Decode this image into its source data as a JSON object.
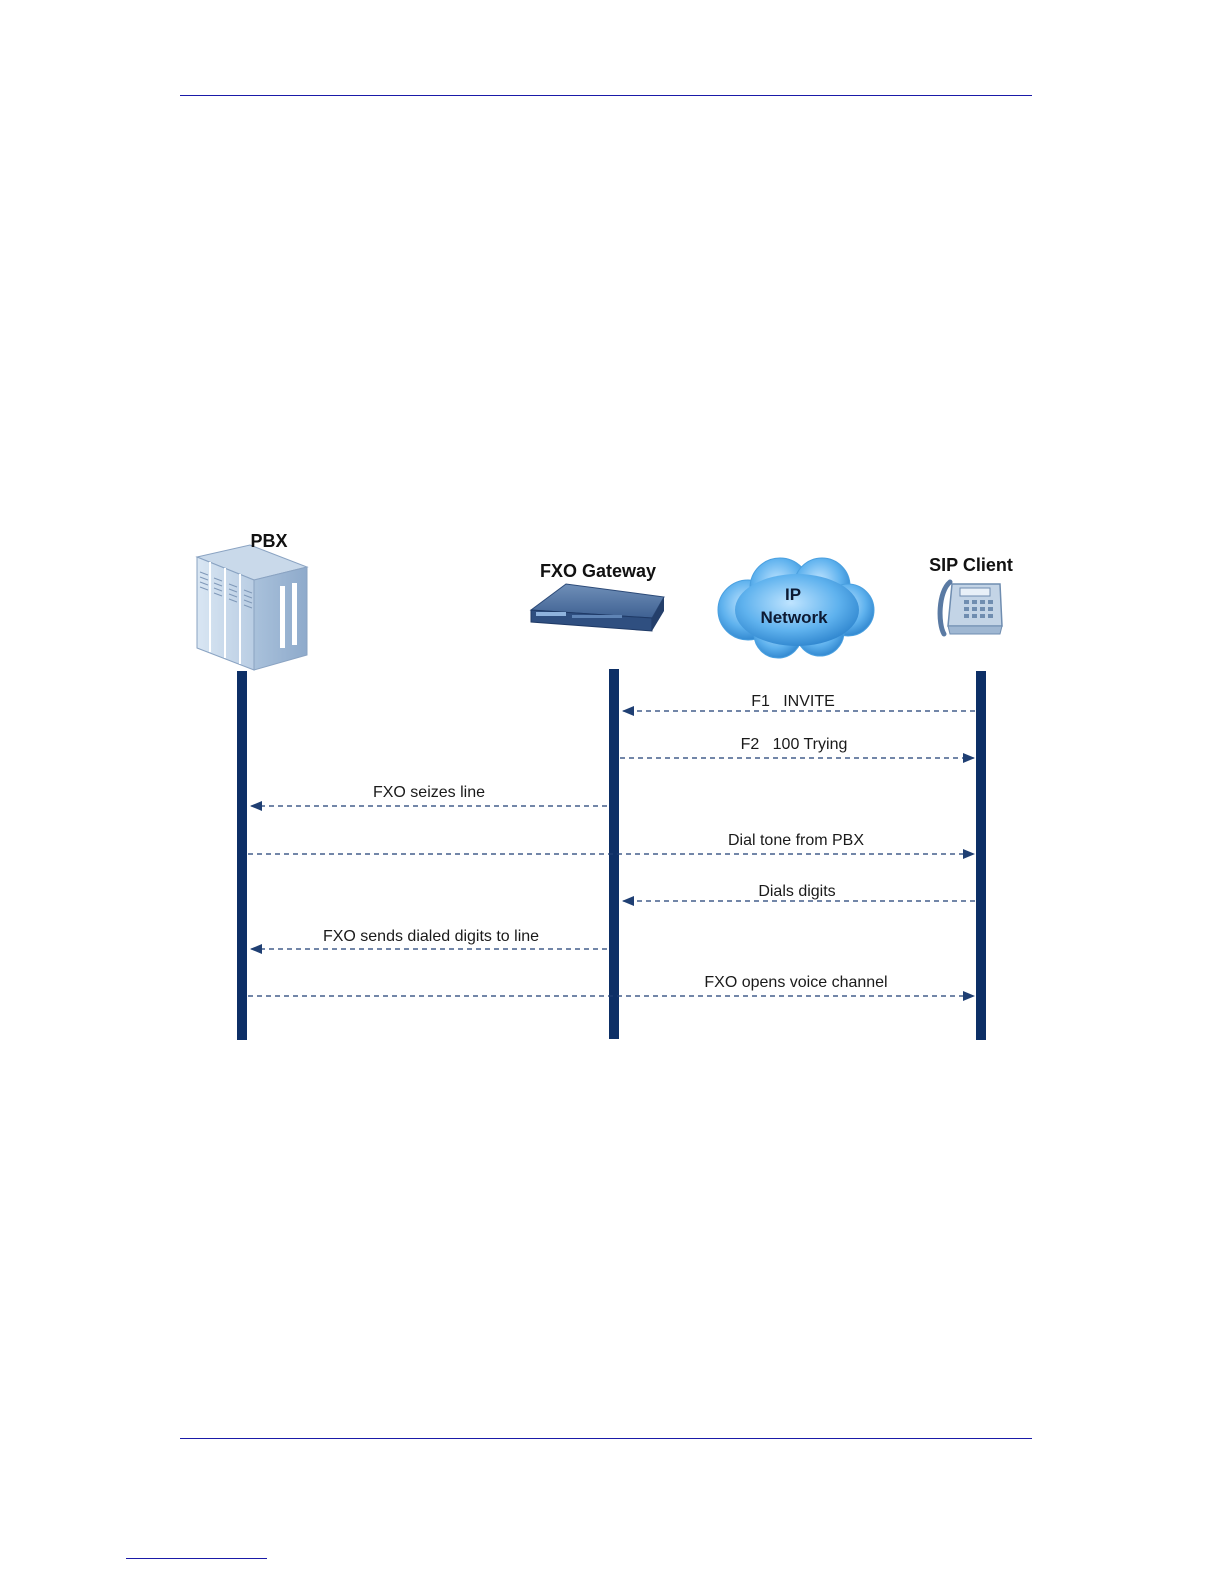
{
  "entities": {
    "pbx": {
      "label": "PBX"
    },
    "fxo_gateway": {
      "label": "FXO Gateway"
    },
    "ip_network": {
      "label_line1": "IP",
      "label_line2": "Network"
    },
    "sip_client": {
      "label": "SIP Client"
    }
  },
  "messages": [
    {
      "label": "F1   INVITE",
      "from": "sip_client",
      "to": "fxo_gateway"
    },
    {
      "label": "F2   100 Trying",
      "from": "fxo_gateway",
      "to": "sip_client"
    },
    {
      "label": "FXO seizes line",
      "from": "fxo_gateway",
      "to": "pbx"
    },
    {
      "label": "Dial tone from PBX",
      "from": "pbx",
      "to": "sip_client"
    },
    {
      "label": "Dials digits",
      "from": "sip_client",
      "to": "fxo_gateway"
    },
    {
      "label": "FXO sends dialed digits to line",
      "from": "fxo_gateway",
      "to": "pbx"
    },
    {
      "label": "FXO opens voice channel",
      "from": "pbx",
      "to": "sip_client"
    }
  ],
  "colors": {
    "lifeline": "#0d2f66",
    "arrow": "#1f3f73",
    "rule": "#1a1aa8",
    "cloud": "#2f8fd8"
  },
  "icons": [
    "server-rack-icon",
    "gateway-device-icon",
    "cloud-icon",
    "desk-phone-icon"
  ]
}
